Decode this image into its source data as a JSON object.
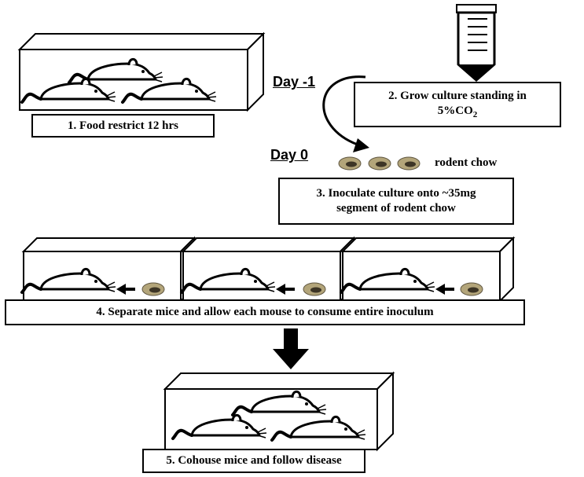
{
  "steps": {
    "step1": "1. Food restrict 12 hrs",
    "step2_line1": "2. Grow culture standing in",
    "step2_line2_main": "5%CO",
    "step2_line2_sub": "2",
    "step3_line1": "3. Inoculate culture onto ~35mg",
    "step3_line2": "segment of rodent chow",
    "step4": "4. Separate mice and allow each mouse to consume entire inoculum",
    "step5": "5. Cohouse mice and follow disease"
  },
  "days": {
    "day_minus1": "Day -1",
    "day0": "Day 0"
  },
  "chow_label": "rodent chow",
  "colors": {
    "stroke": "#000000",
    "chow_fill": "#b3a57a",
    "chow_dark": "#3d3526"
  }
}
